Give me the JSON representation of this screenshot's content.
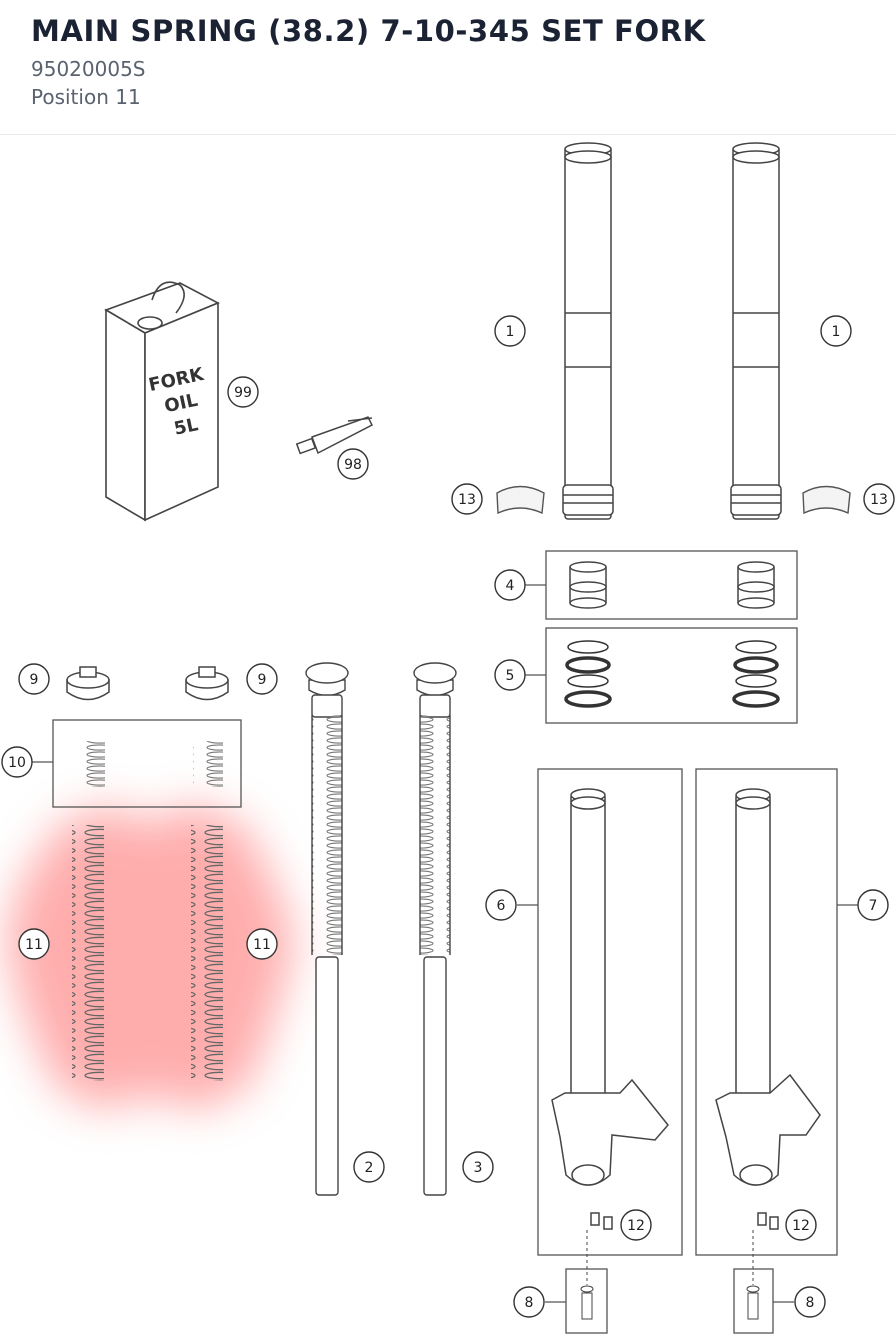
{
  "header": {
    "title": "MAIN SPRING (38.2) 7-10-345 SET FORK",
    "part_number": "95020005S",
    "position": "Position 11"
  },
  "diagram": {
    "oil_can_text": [
      "FORK",
      "OIL",
      "5L"
    ],
    "highlight_color": "#ff6b6b",
    "callouts": [
      "1",
      "1",
      "2",
      "3",
      "4",
      "5",
      "6",
      "7",
      "8",
      "8",
      "9",
      "9",
      "10",
      "11",
      "11",
      "12",
      "12",
      "13",
      "13",
      "98",
      "99"
    ]
  }
}
